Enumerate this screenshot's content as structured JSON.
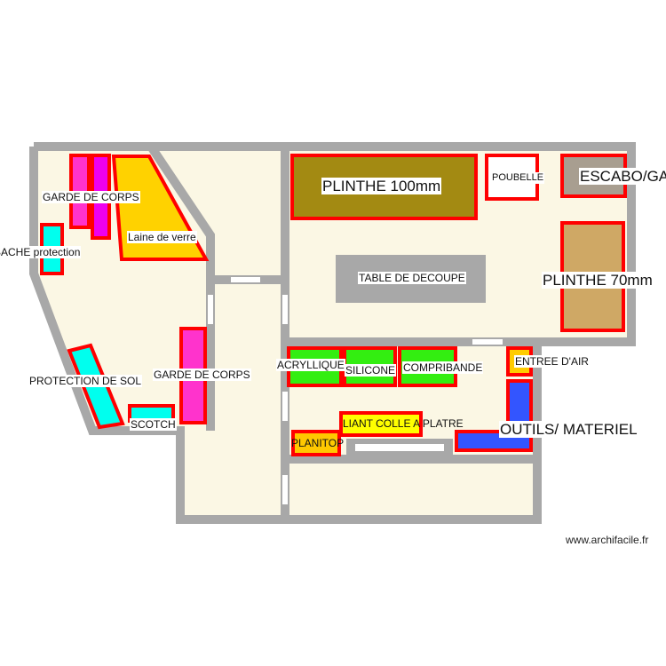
{
  "colors": {
    "wall": "#a8a8a8",
    "floor": "#fbf7e4",
    "outline": "#ff0000",
    "door": "#ffffff"
  },
  "items": [
    {
      "id": "garde-corps-1",
      "label": "GARDE DE CORPS",
      "fill": "#ff33cc"
    },
    {
      "id": "garde-corps-1b",
      "label": "",
      "fill": "#ee00ee"
    },
    {
      "id": "laine-de-verre",
      "label": "Laine de verre",
      "fill": "#ffd200"
    },
    {
      "id": "bache-protection",
      "label": "BACHE protection",
      "fill": "#00ffee"
    },
    {
      "id": "protection-de-sol",
      "label": "PROTECTION DE SOL",
      "fill": "#00ffee"
    },
    {
      "id": "scotch",
      "label": "SCOTCH",
      "fill": "#00ffee"
    },
    {
      "id": "garde-corps-2",
      "label": "GARDE DE CORPS",
      "fill": "#ff33cc"
    },
    {
      "id": "plinthe-100",
      "label": "PLINTHE 100mm",
      "fill": "#a38a12"
    },
    {
      "id": "poubelle",
      "label": "POUBELLE",
      "fill": "#ffffff"
    },
    {
      "id": "escabo",
      "label": "ESCABO/GA",
      "fill": "#a89e90"
    },
    {
      "id": "plinthe-70",
      "label": "PLINTHE 70mm",
      "fill": "#cfa865"
    },
    {
      "id": "table-decoupe",
      "label": "TABLE DE DECOUPE",
      "fill": "#a8a8a8"
    },
    {
      "id": "acryllique",
      "label": "ACRYLLIQUE",
      "fill": "#33ee11"
    },
    {
      "id": "silicone",
      "label": "SILICONE",
      "fill": "#33ee11"
    },
    {
      "id": "compribande",
      "label": "COMPRIBANDE",
      "fill": "#33ee11"
    },
    {
      "id": "entree-air",
      "label": "ENTREE D'AIR",
      "fill": "#ffcc00"
    },
    {
      "id": "outils-materiel",
      "label": "OUTILS/ MATERIEL",
      "fill": "#3355ff"
    },
    {
      "id": "liant-colle-platre",
      "label": "LIANT COLLE A PLATRE",
      "fill": "#ffff00"
    },
    {
      "id": "planitop",
      "label": "PLANITOP",
      "fill": "#ffc800"
    }
  ],
  "watermark": "www.archifacile.fr"
}
